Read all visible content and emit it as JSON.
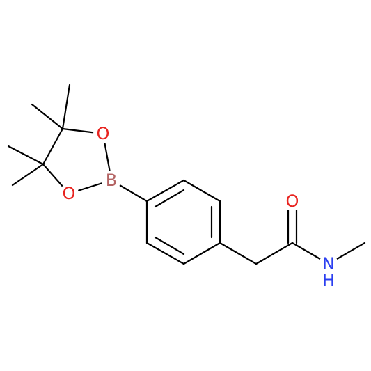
{
  "molecule": {
    "atoms": {
      "oxygen_top": {
        "symbol": "O",
        "color": "#e8231f"
      },
      "oxygen_bottom": {
        "symbol": "O",
        "color": "#e8231f"
      },
      "boron": {
        "symbol": "B",
        "color": "#b46464"
      },
      "oxygen_carbonyl": {
        "symbol": "O",
        "color": "#e8231f"
      },
      "nitrogen": {
        "symbol": "N",
        "color": "#2b3ff0"
      },
      "nitrogen_h": {
        "symbol": "H",
        "color": "#2b3ff0"
      }
    },
    "bond_color": "#000000"
  }
}
